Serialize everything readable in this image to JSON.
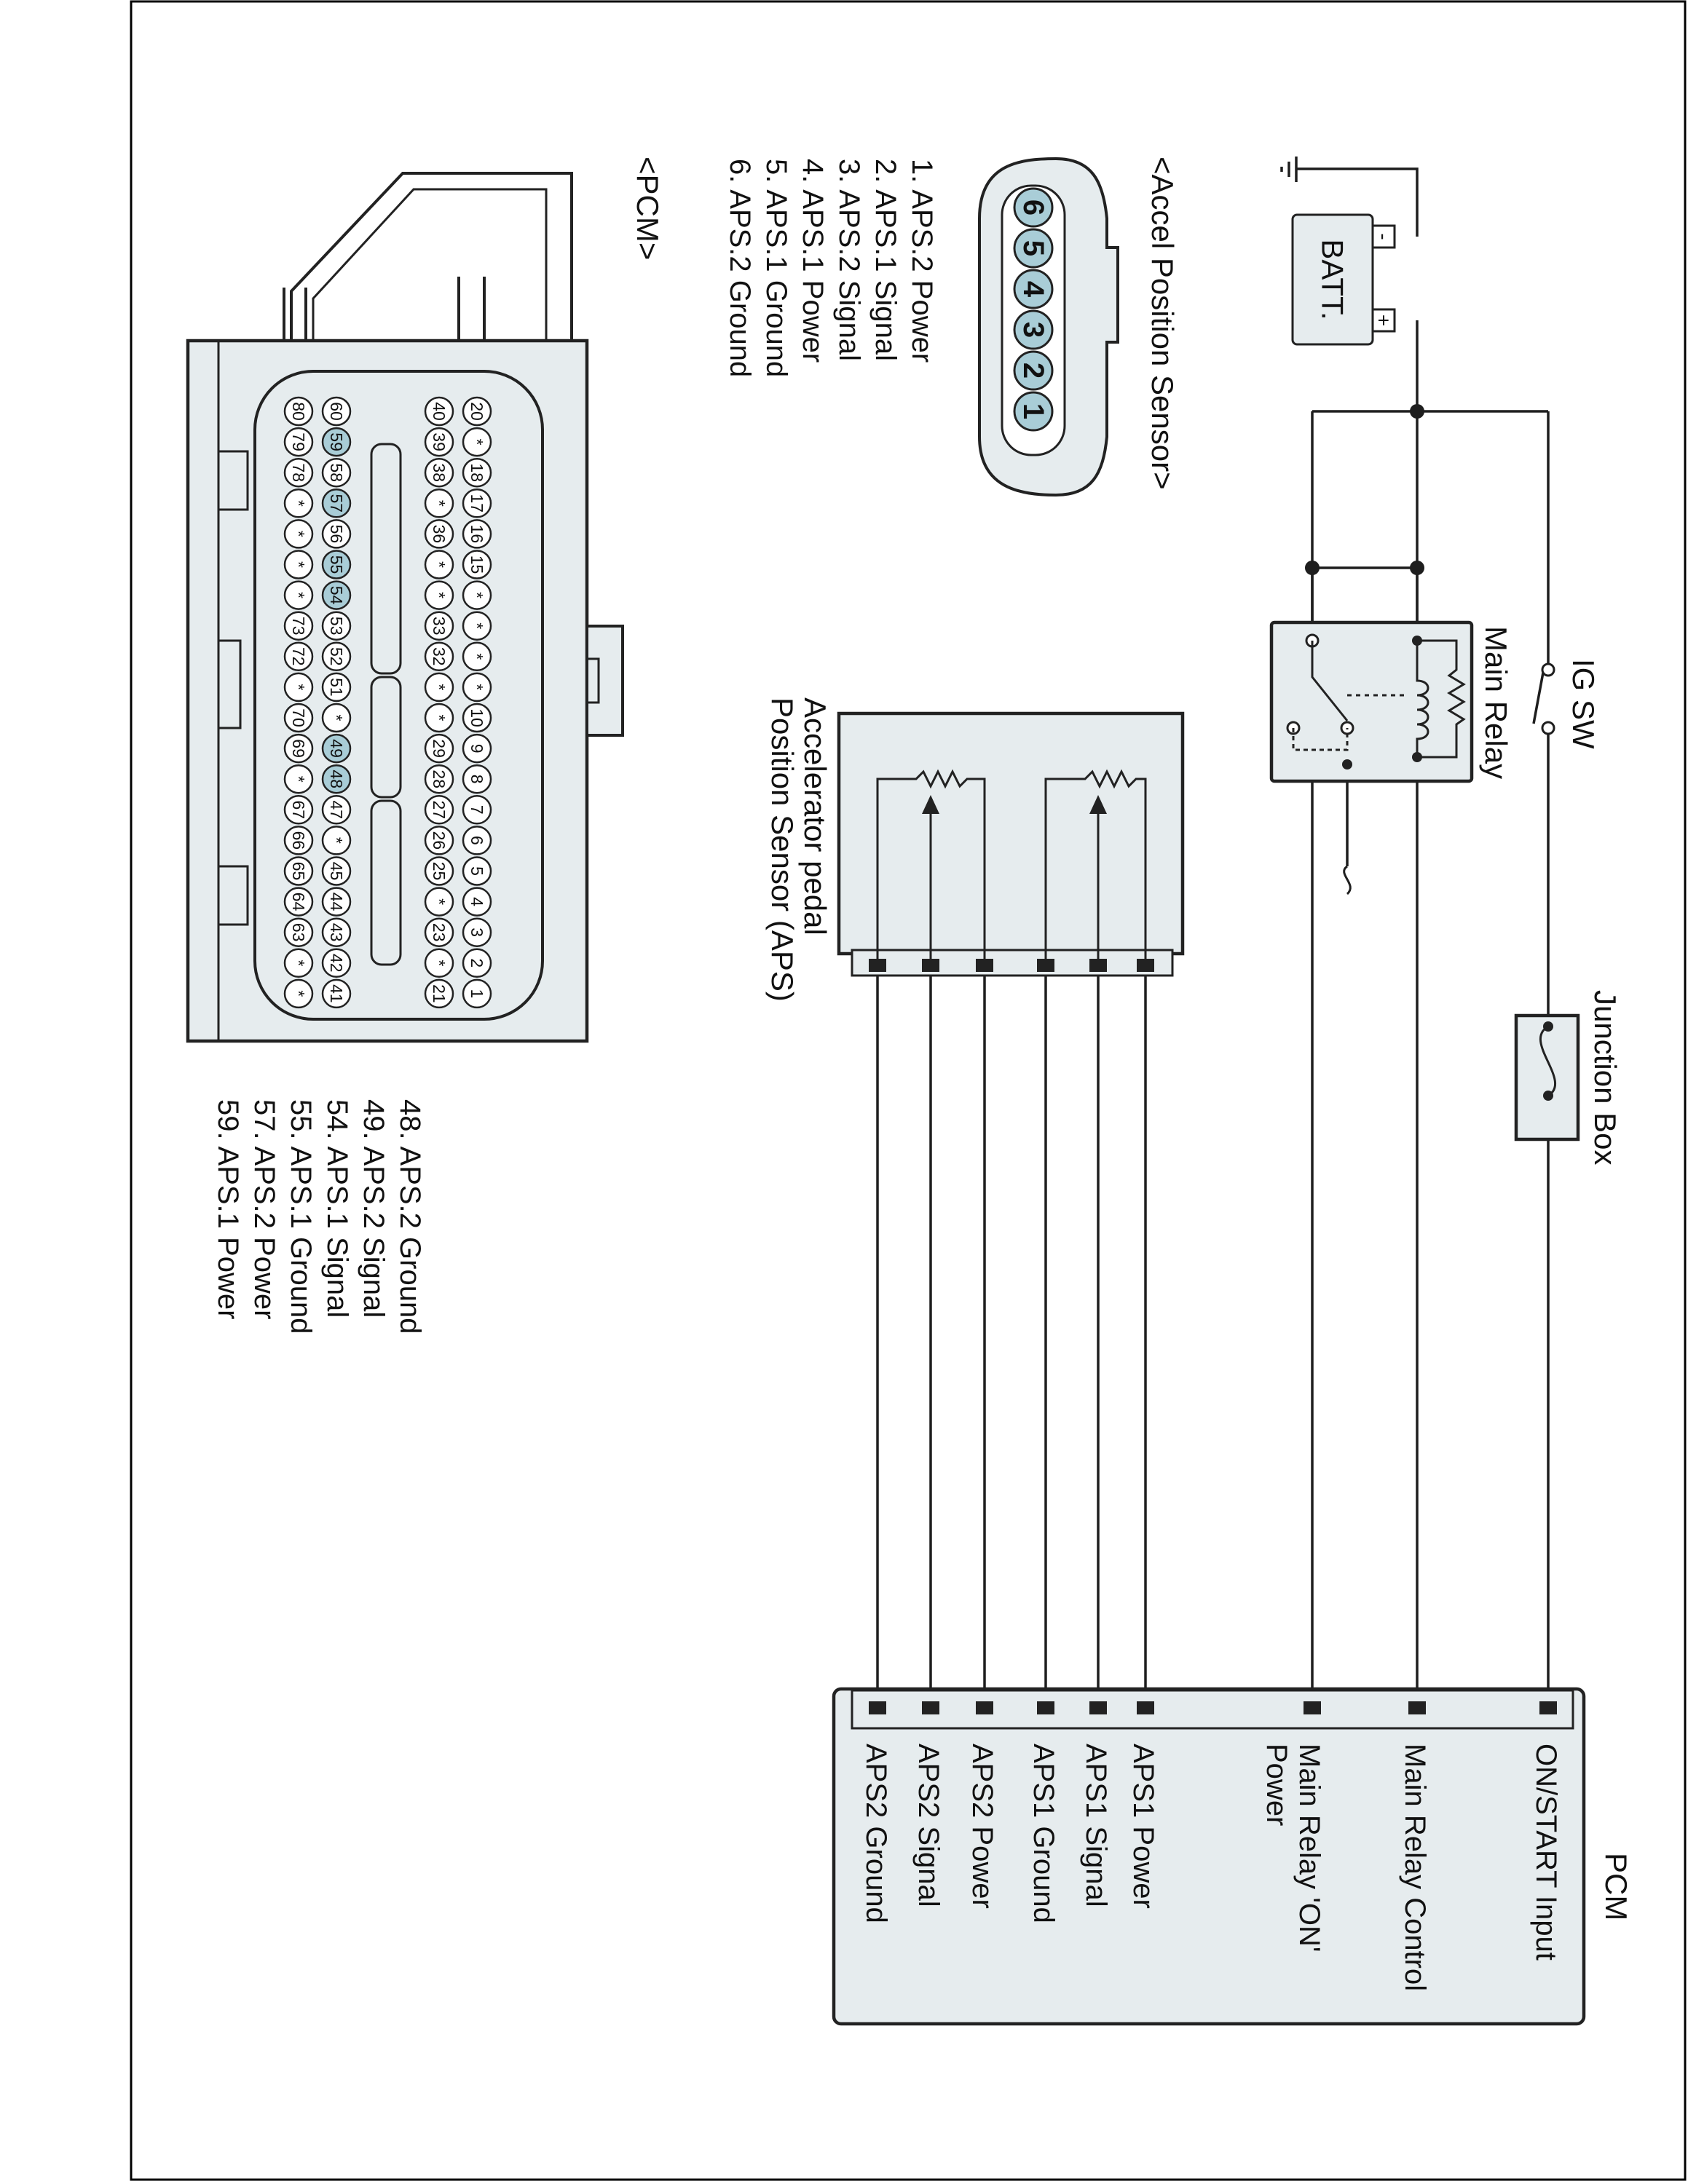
{
  "components": {
    "battery": "BATT.",
    "battery_neg": "-",
    "battery_pos": "+",
    "ig_sw": "IG SW",
    "main_relay": "Main Relay",
    "junction_box": "Junction Box",
    "aps_line1": "Accelerator pedal",
    "aps_line2": "Position Sensor (APS)",
    "pcm": "PCM"
  },
  "pcm_terminals": [
    "ON/START Input",
    "Main Relay Control",
    "Main Relay 'ON'",
    "Power",
    "APS1 Power",
    "APS1 Signal",
    "APS1 Ground",
    "APS2 Power",
    "APS2 Signal",
    "APS2 Ground"
  ],
  "accel_connector": {
    "title": "<Accel Position Sensor>",
    "pins": [
      "6",
      "5",
      "4",
      "3",
      "2",
      "1"
    ],
    "legend": [
      "1. APS.2 Power",
      "2. APS.1 Signal",
      "3. APS.2 Signal",
      "4. APS.1 Power",
      "5. APS.1 Ground",
      "6. APS.2 Ground"
    ]
  },
  "pcm_connector": {
    "title": "<PCM>",
    "rows": [
      [
        "20",
        "*",
        "18",
        "17",
        "16",
        "15",
        "*",
        "*",
        "*",
        "*",
        "10",
        "9",
        "8",
        "7",
        "6",
        "5",
        "4",
        "3",
        "2",
        "1"
      ],
      [
        "40",
        "39",
        "38",
        "*",
        "36",
        "*",
        "*",
        "33",
        "32",
        "*",
        "*",
        "29",
        "28",
        "27",
        "26",
        "25",
        "*",
        "23",
        "*",
        "21"
      ],
      [
        "60",
        "59",
        "58",
        "57",
        "56",
        "55",
        "54",
        "53",
        "52",
        "51",
        "*",
        "49",
        "48",
        "47",
        "*",
        "45",
        "44",
        "43",
        "42",
        "41"
      ],
      [
        "80",
        "79",
        "78",
        "*",
        "*",
        "*",
        "*",
        "73",
        "72",
        "*",
        "70",
        "69",
        "*",
        "67",
        "66",
        "65",
        "64",
        "63",
        "*",
        "*"
      ]
    ],
    "highlighted": [
      "59",
      "57",
      "55",
      "54",
      "49",
      "48"
    ],
    "legend": [
      "48. APS.2 Ground",
      "49. APS.2 Signal",
      "54. APS.1 Signal",
      "55. APS.1 Ground",
      "57. APS.2 Power",
      "59. APS.1 Power"
    ]
  }
}
